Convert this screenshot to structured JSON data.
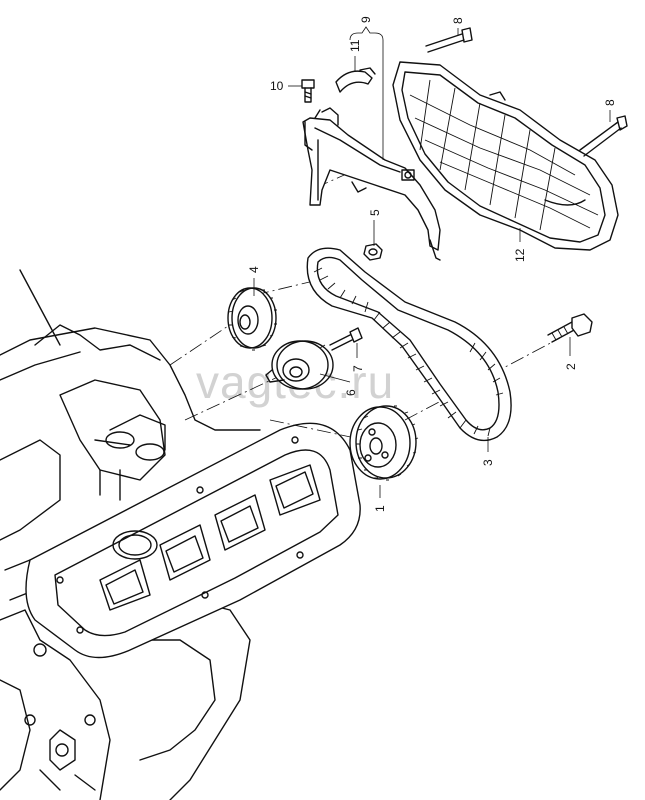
{
  "watermark": "vagtec.ru",
  "callouts": {
    "c1": "1",
    "c2": "2",
    "c3": "3",
    "c4": "4",
    "c5": "5",
    "c6": "6",
    "c7": "7",
    "c8a": "8",
    "c8b": "8",
    "c9": "9",
    "c10": "10",
    "c11": "11",
    "c12": "12"
  }
}
